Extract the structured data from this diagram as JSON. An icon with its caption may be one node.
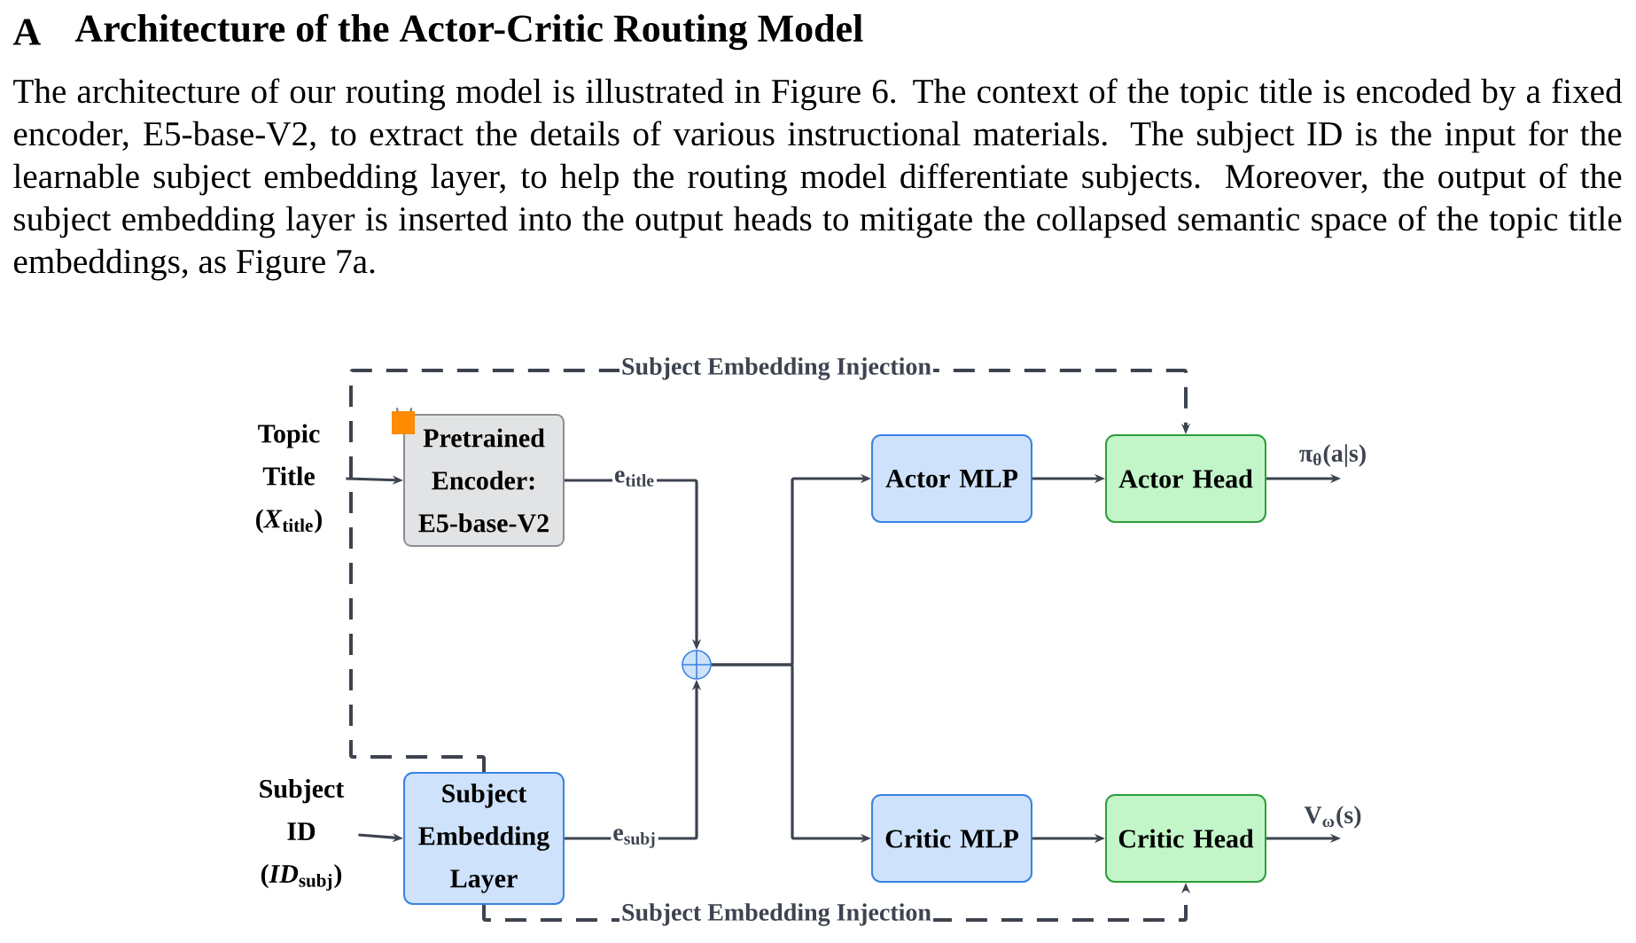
{
  "diagram": {
    "title": "Architecture of the Actor-Critic Routing Model",
    "nodes": [
      {
        "text": [
          "Topic Title (*X*$_{title}$)"
        ]
      },
      {
        "text": [
          "Pretrained Encoder: E5-base-V2"
        ]
      },
      {
        "text": [
          "Subject ID (*ID*$_{subj}$)"
        ]
      },
      {
        "text": [
          "Subject Embedding Layer"
        ]
      },
      {
        "text": [],
        "shape": "circle"
      },
      {
        "text": [
          "Actor MLP"
        ]
      },
      {
        "text": [
          "Critic MLP"
        ]
      },
      {
        "text": [
          "Actor Head"
        ]
      },
      {
        "text": [
          "Critic Head"
        ]
      }
    ],
    "edges": [
      {
        "from": 0,
        "to": 1,
        "arrow": "to"
      },
      {
        "from": 2,
        "to": 3,
        "arrow": "to"
      },
      {
        "from": 1,
        "to": 4,
        "arrow": "to",
        "label": "e$_{title}$"
      },
      {
        "from": 3,
        "to": 4,
        "arrow": "to",
        "label": "e$_{subj}$"
      },
      {
        "from": 4,
        "to": 5,
        "arrow": "to"
      },
      {
        "from": 4,
        "to": 6,
        "arrow": "to"
      },
      {
        "from": 5,
        "to": 7,
        "arrow": "to"
      },
      {
        "from": 6,
        "to": 8,
        "arrow": "to"
      },
      {
        "from": 7,
        "to": null,
        "arrow": "to",
        "label": "π$_{θ}$(a|s)"
      },
      {
        "from": 8,
        "to": null,
        "arrow": "to",
        "label": "V$_{ω}$(s)"
      },
      {
        "from": 3,
        "to": 7,
        "arrow": "to",
        "style": "dashed",
        "label": "Subject Embedding Injection"
      },
      {
        "from": 3,
        "to": 8,
        "arrow": "to",
        "style": "dashed",
        "label": "Subject Embedding Injection"
      }
    ],
    "labels": [
      "A",
      "The architecture of our routing model is illustrated in Figure 6. The context of the topic title is encoded by a fixed encoder, E5-base-V2, to extract the details of various instructional materials. The subject ID is the input for the learnable subject embedding layer, to help the routing model differentiate subjects. Moreover, the output of the subject embedding layer is inserted into the output heads to mitigate the collapsed semantic space of the topic title embeddings, as Figure 7a."
    ]
  }
}
